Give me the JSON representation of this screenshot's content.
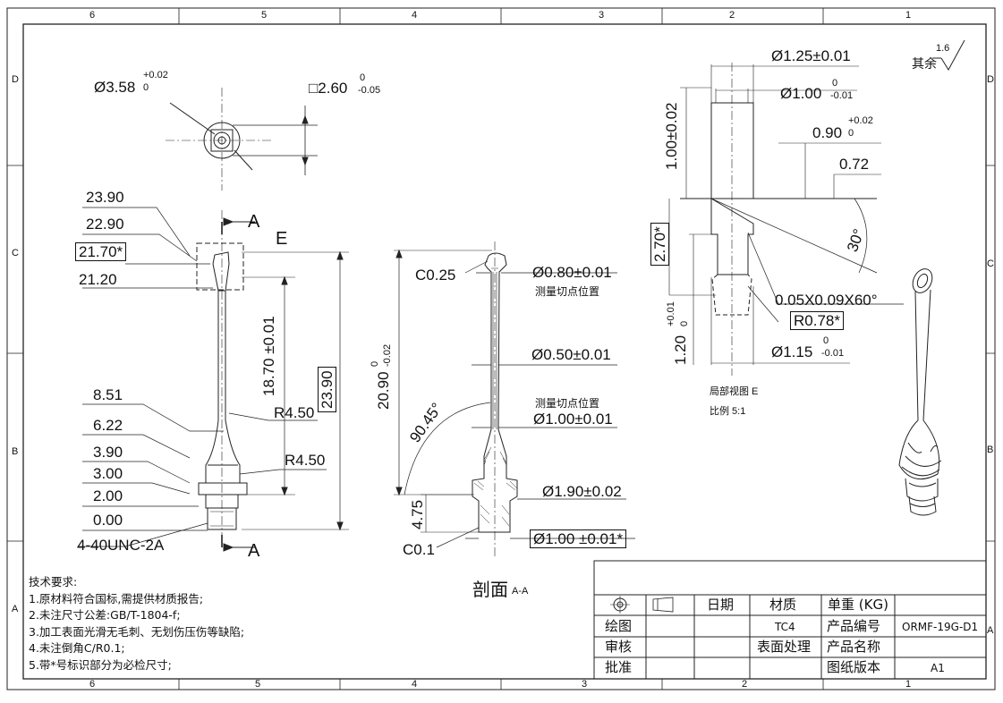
{
  "border": {
    "top_zones": [
      "6",
      "5",
      "4",
      "3",
      "2",
      "1"
    ],
    "bottom_zones": [
      "6",
      "5",
      "4",
      "3",
      "2",
      "1"
    ],
    "left_zones": [
      "D",
      "C",
      "B",
      "A"
    ],
    "right_zones": [
      "D",
      "C",
      "B",
      "A"
    ]
  },
  "top_view": {
    "dia_label": "Ø3.58",
    "dia_upper": "+0.02",
    "dia_lower": "0",
    "square_label": "□2.60",
    "square_upper": "0",
    "square_lower": "-0.05"
  },
  "front_view": {
    "heights": [
      "23.90",
      "22.90",
      "21.70*",
      "21.20",
      "8.51",
      "6.22",
      "3.90",
      "3.00",
      "2.00",
      "0.00"
    ],
    "section_mark": "A",
    "detail_mark": "E",
    "dim_vertical": "18.70 ±0.01",
    "dim_total": "23.90",
    "radius_upper": "R4.50",
    "radius_lower": "R4.50",
    "thread": "4-40UNC-2A"
  },
  "section_view": {
    "chamfer_top": "C0.25",
    "chamfer_bottom": "C0.1",
    "dia_tip": "Ø0.80±0.01",
    "note_tip": "测量切点位置",
    "dia_mid": "Ø0.50±0.01",
    "note_mid": "测量切点位置",
    "dia_stem": "Ø1.00±0.01",
    "dia_base": "Ø1.90±0.02",
    "dia_bottom": "Ø1.00 ±0.01*",
    "length_label": "20.90",
    "length_upper": "0",
    "length_lower": "-0.02",
    "angle": "90.45°",
    "height_475": "4.75",
    "caption": "剖面",
    "caption_suffix": "A-A"
  },
  "detail_view": {
    "dia_top": "Ø1.25±0.01",
    "dia_inner": "Ø1.00",
    "dia_inner_upper": "0",
    "dia_inner_lower": "-0.01",
    "dia_090": "0.90",
    "dia_090_upper": "+0.02",
    "dia_090_lower": "0",
    "dim_072": "0.72",
    "height_100": "1.00±0.02",
    "height_270": "2.70*",
    "height_120": "1.20",
    "height_120_upper": "+0.01",
    "height_120_lower": "0",
    "angle": "30°",
    "undercut": "0.05X0.09X60°",
    "radius": "R0.78*",
    "dia_115": "Ø1.15",
    "dia_115_upper": "0",
    "dia_115_lower": "-0.01",
    "caption": "局部视图 E",
    "scale": "比例  5:1"
  },
  "roughness": {
    "prefix": "其余",
    "value": "1.6"
  },
  "notes": {
    "title": "技术要求:",
    "items": [
      "1.原材料符合国标,需提供材质报告;",
      "2.未注尺寸公差:GB/T-1804-f;",
      "3.加工表面光滑无毛刺、无划伤压伤等缺陷;",
      "4.未注倒角C/R0.1;",
      "5.带*号标识部分为必检尺寸;"
    ]
  },
  "title_block": {
    "date": "日期",
    "material_label": "材质",
    "material_value": "TC4",
    "weight": "单重 (KG)",
    "drawing": "绘图",
    "review": "审核",
    "approve": "批准",
    "surface": "表面处理",
    "product_no_label": "产品编号",
    "product_no_value": "ORMF-19G-D1",
    "product_name_label": "产品名称",
    "version_label": "图纸版本",
    "version_value": "A1"
  }
}
